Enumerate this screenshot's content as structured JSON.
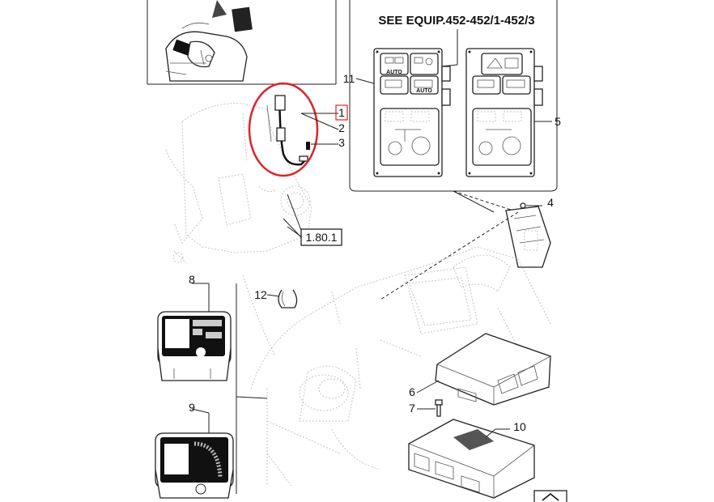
{
  "diagram": {
    "equipment_reference": "SEE EQUIP.452-452/1-452/3",
    "section_reference": "1.80.1",
    "callouts": [
      "1",
      "2",
      "3",
      "4",
      "5",
      "6",
      "7",
      "8",
      "9",
      "10",
      "11",
      "12"
    ],
    "highlighted_callout": "1",
    "panel_labels": {
      "auto_left": "AUTO",
      "auto_right": "AUTO"
    },
    "colors": {
      "highlight": "#d9242b",
      "linework": "#222222",
      "background_linework": "#c4c4c4"
    }
  }
}
